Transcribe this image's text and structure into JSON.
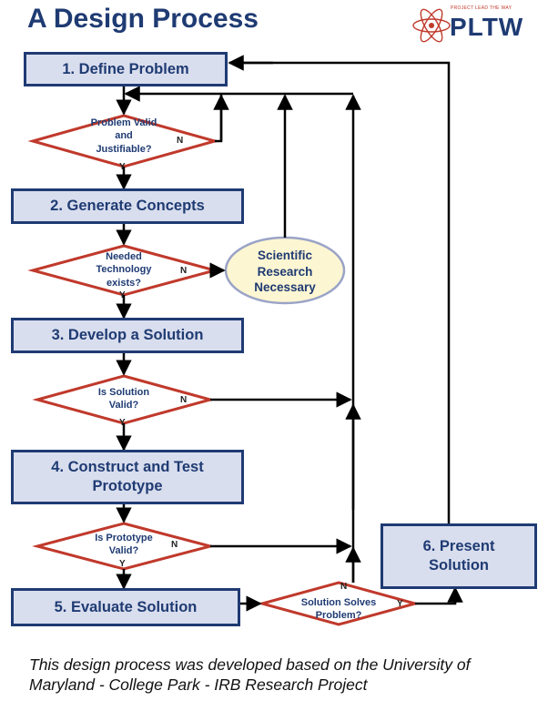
{
  "title": "A Design Process",
  "logo": {
    "tagline": "PROJECT LEAD THE WAY",
    "wordmark": "PLTW",
    "accent_color": "#c0392b",
    "brand_color": "#1f3b73"
  },
  "steps": {
    "s1": "1. Define Problem",
    "s2": "2. Generate Concepts",
    "s3": "3. Develop a Solution",
    "s4": "4. Construct and Test Prototype",
    "s5": "5. Evaluate Solution",
    "s6": "6. Present Solution"
  },
  "decisions": {
    "d1": "Problem Valid and Justifiable?",
    "d2": "Needed Technology exists?",
    "d3": "Is Solution Valid?",
    "d4": "Is Prototype Valid?",
    "d5": "Solution Solves Problem?"
  },
  "branch_labels": {
    "yes": "Y",
    "no": "N"
  },
  "research": "Scientific Research Necessary",
  "caption": "This design process was developed based on the University of Maryland - College Park - IRB Research Project",
  "colors": {
    "box_fill": "#d9deee",
    "box_border": "#1f3b73",
    "diamond_border": "#c0392b",
    "oval_fill": "#fdf6d2",
    "oval_border": "#9aa3c7",
    "text": "#1f3b73"
  }
}
